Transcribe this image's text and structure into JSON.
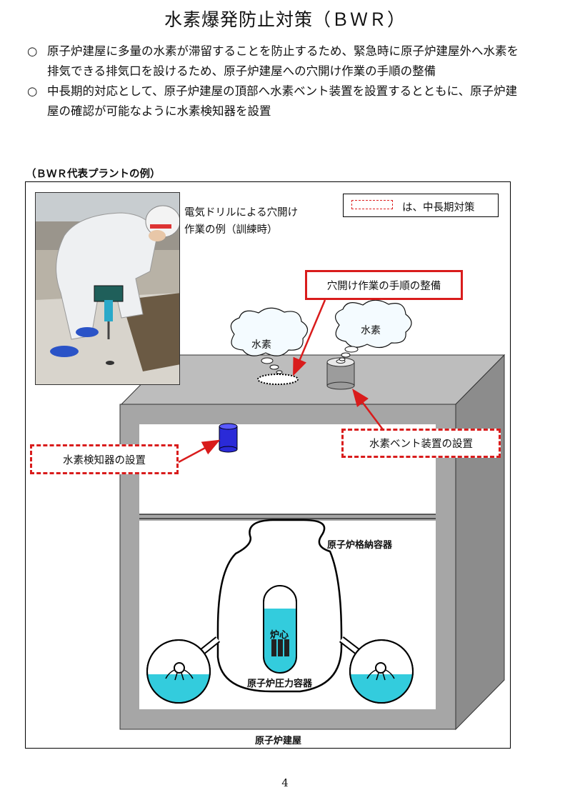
{
  "title": "水素爆発防止対策（ＢＷＲ）",
  "bullets": [
    {
      "mark": "○",
      "text": "原子炉建屋に多量の水素が滞留することを防止するため、緊急時に原子炉建屋外へ水素を排気できる排気口を設けるため、原子炉建屋への穴開け作業の手順の整備"
    },
    {
      "mark": "○",
      "text": "中長期的対応として、原子炉建屋の頂部へ水素ベント装置を設置するとともに、原子炉建屋の確認が可能なように水素検知器を設置"
    }
  ],
  "caption": "（ＢＷＲ代表プラントの例）",
  "photo_caption_1": "電気ドリルによる穴開け",
  "photo_caption_2": "作業の例（訓練時）",
  "legend_text": "は、中長期対策",
  "callouts": {
    "drilling": "穴開け作業の手順の整備",
    "vent": "水素ベント装置の設置",
    "detector": "水素検知器の設置"
  },
  "clouds": {
    "left": "水素",
    "right": "水素"
  },
  "labels": {
    "containment": "原子炉格納容器",
    "core": "炉心",
    "pressure_vessel": "原子炉圧力容器",
    "building": "原子炉建屋"
  },
  "page_number": "4",
  "colors": {
    "accent_red": "#d91c1c",
    "water": "#33ccdd",
    "building": "#a6a6a6",
    "detector": "#2a2ad8"
  }
}
